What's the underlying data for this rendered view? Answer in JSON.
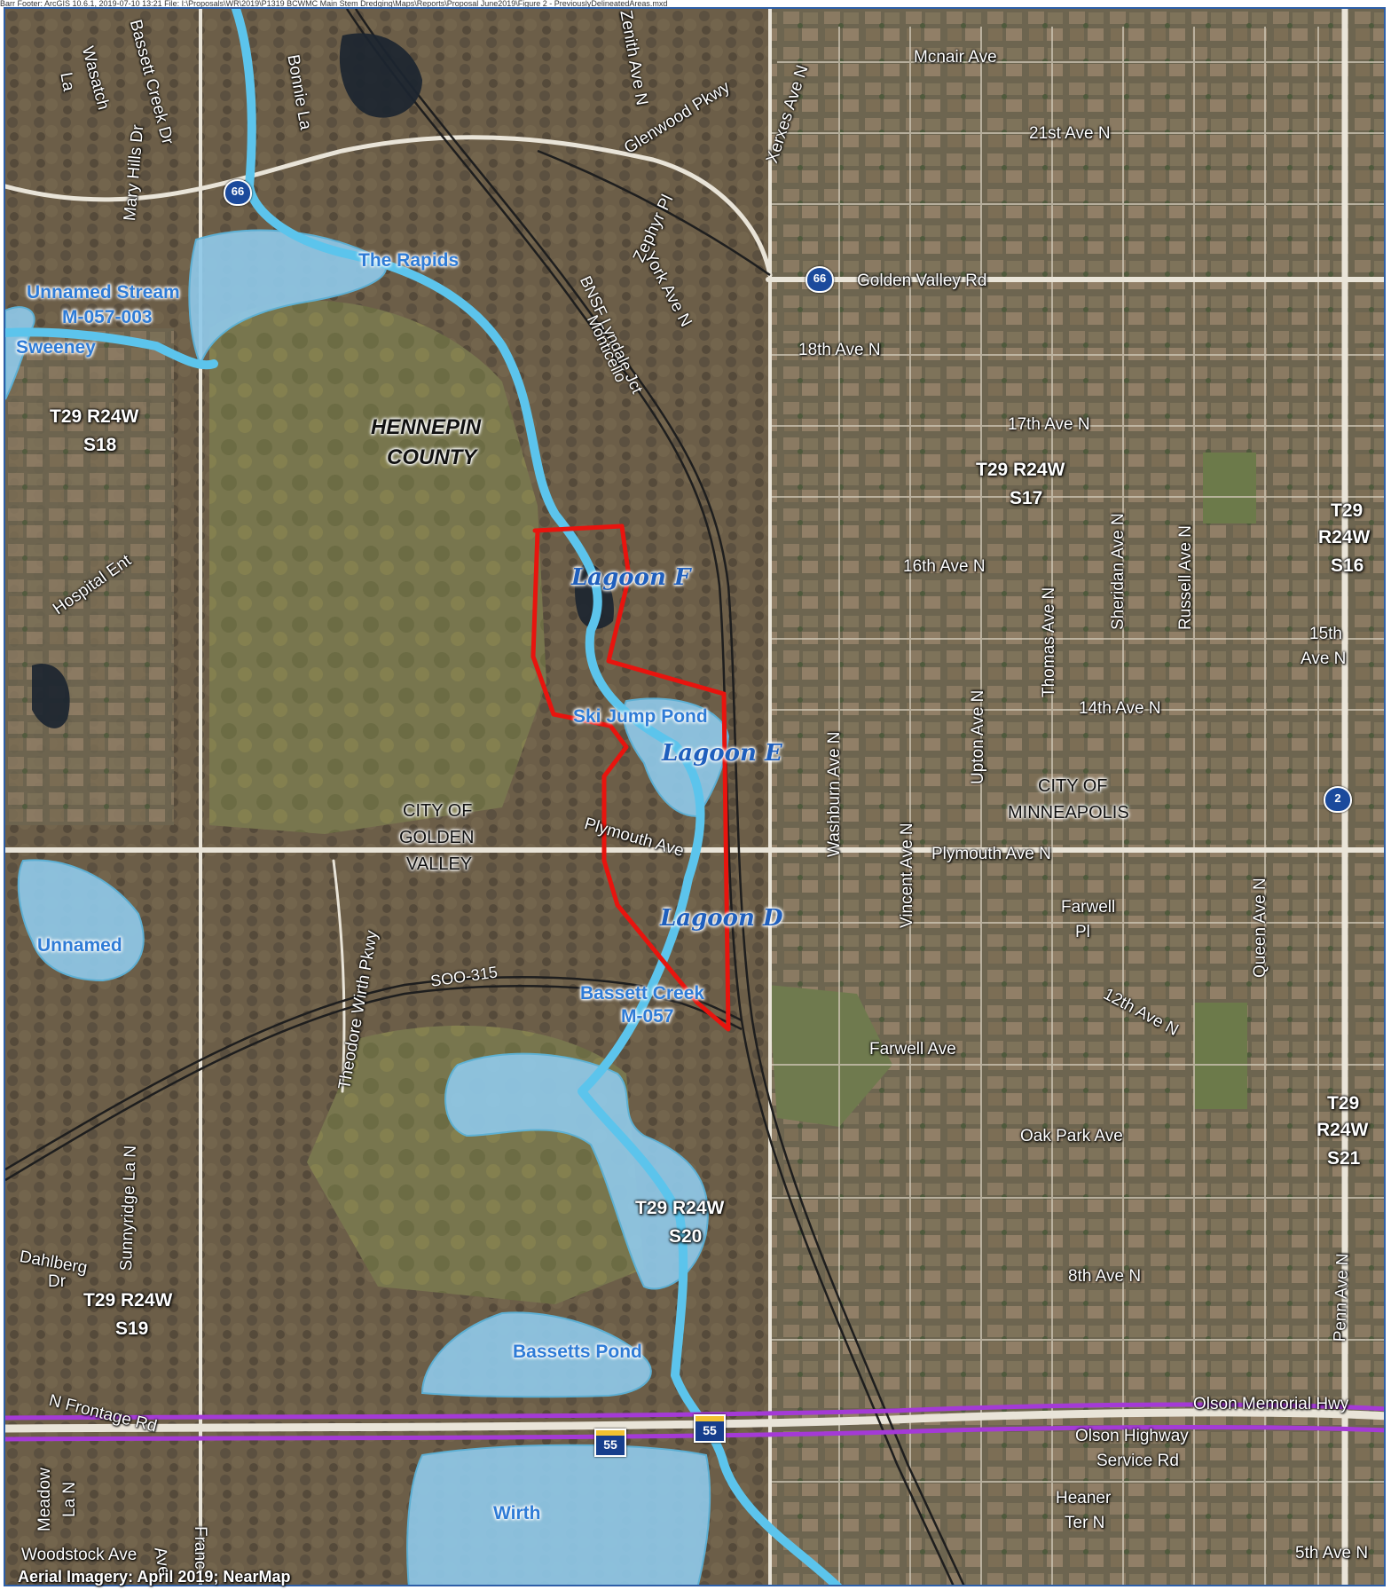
{
  "header": {
    "path": "Barr Footer: ArcGIS 10.6.1, 2019-07-10 13:21 File: I:\\Proposals\\WR\\2019\\P1319 BCWMC Main Stem Dredging\\Maps\\Reports\\Proposal June2019\\Figure 2 - PreviouslyDelineatedAreas.mxd"
  },
  "credit": "Aerial Imagery: April 2019; NearMap",
  "colors": {
    "water_fill": "#8fc8e8",
    "stream": "#5cc4ec",
    "boundary": "#e8140e",
    "highway": "#a43ad6",
    "frame": "#2d5fa8"
  },
  "roads": [
    "Mcnair Ave",
    "21st Ave N",
    "Glenwood Pkwy",
    "Zenith Ave N",
    "Xerxes Ave N",
    "Bonnie La",
    "Bassett Creek Dr",
    "Wasatch",
    "La",
    "Mary Hills Dr",
    "Golden Valley Rd",
    "Zephyr Pl",
    "York Ave N",
    "18th Ave N",
    "17th Ave N",
    "16th Ave N",
    "15th",
    "Ave N",
    "14th Ave N",
    "Hospital Ent",
    "Sheridan Ave N",
    "Russell Ave N",
    "Thomas Ave N",
    "Upton Ave N",
    "Washburn Ave N",
    "Vincent Ave N",
    "Plymouth Ave",
    "Plymouth Ave N",
    "Farwell",
    "Pl",
    "Queen Ave N",
    "12th Ave N",
    "Farwell Ave",
    "Theodore Wirth Pkwy",
    "Oak Park Ave",
    "Sunnyridge La N",
    "Dahlberg",
    "Dr",
    "8th Ave N",
    "Penn Ave N",
    "N Frontage Rd",
    "Olson Memorial Hwy",
    "Olson Highway",
    "Service Rd",
    "Heaner",
    "Ter N",
    "Meadow",
    "La N",
    "Franc",
    "Woodstock Ave",
    "Ave",
    "5th Ave N"
  ],
  "rail": [
    "BNSF Lyndale Jct",
    "Monticello",
    "SOO-315"
  ],
  "water": [
    "The Rapids",
    "Unnamed Stream",
    "M-057-003",
    "Sweeney",
    "Ski Jump Pond",
    "Unnamed",
    "Bassett Creek",
    "M-057",
    "Bassetts Pond",
    "Wirth"
  ],
  "lagoons": [
    "Lagoon F",
    "Lagoon E",
    "Lagoon D"
  ],
  "admin": [
    "T29 R24W",
    "S18",
    "S17",
    "T29",
    "R24W",
    "S16",
    "S21",
    "S20",
    "S19"
  ],
  "places": {
    "county": [
      "HENNEPIN",
      "COUNTY"
    ],
    "golden_valley": [
      "CITY OF",
      "GOLDEN",
      "VALLEY"
    ],
    "minneapolis": [
      "CITY OF",
      "MINNEAPOLIS"
    ]
  },
  "shields": {
    "route66": "66",
    "route2": "2",
    "route55": "55"
  }
}
